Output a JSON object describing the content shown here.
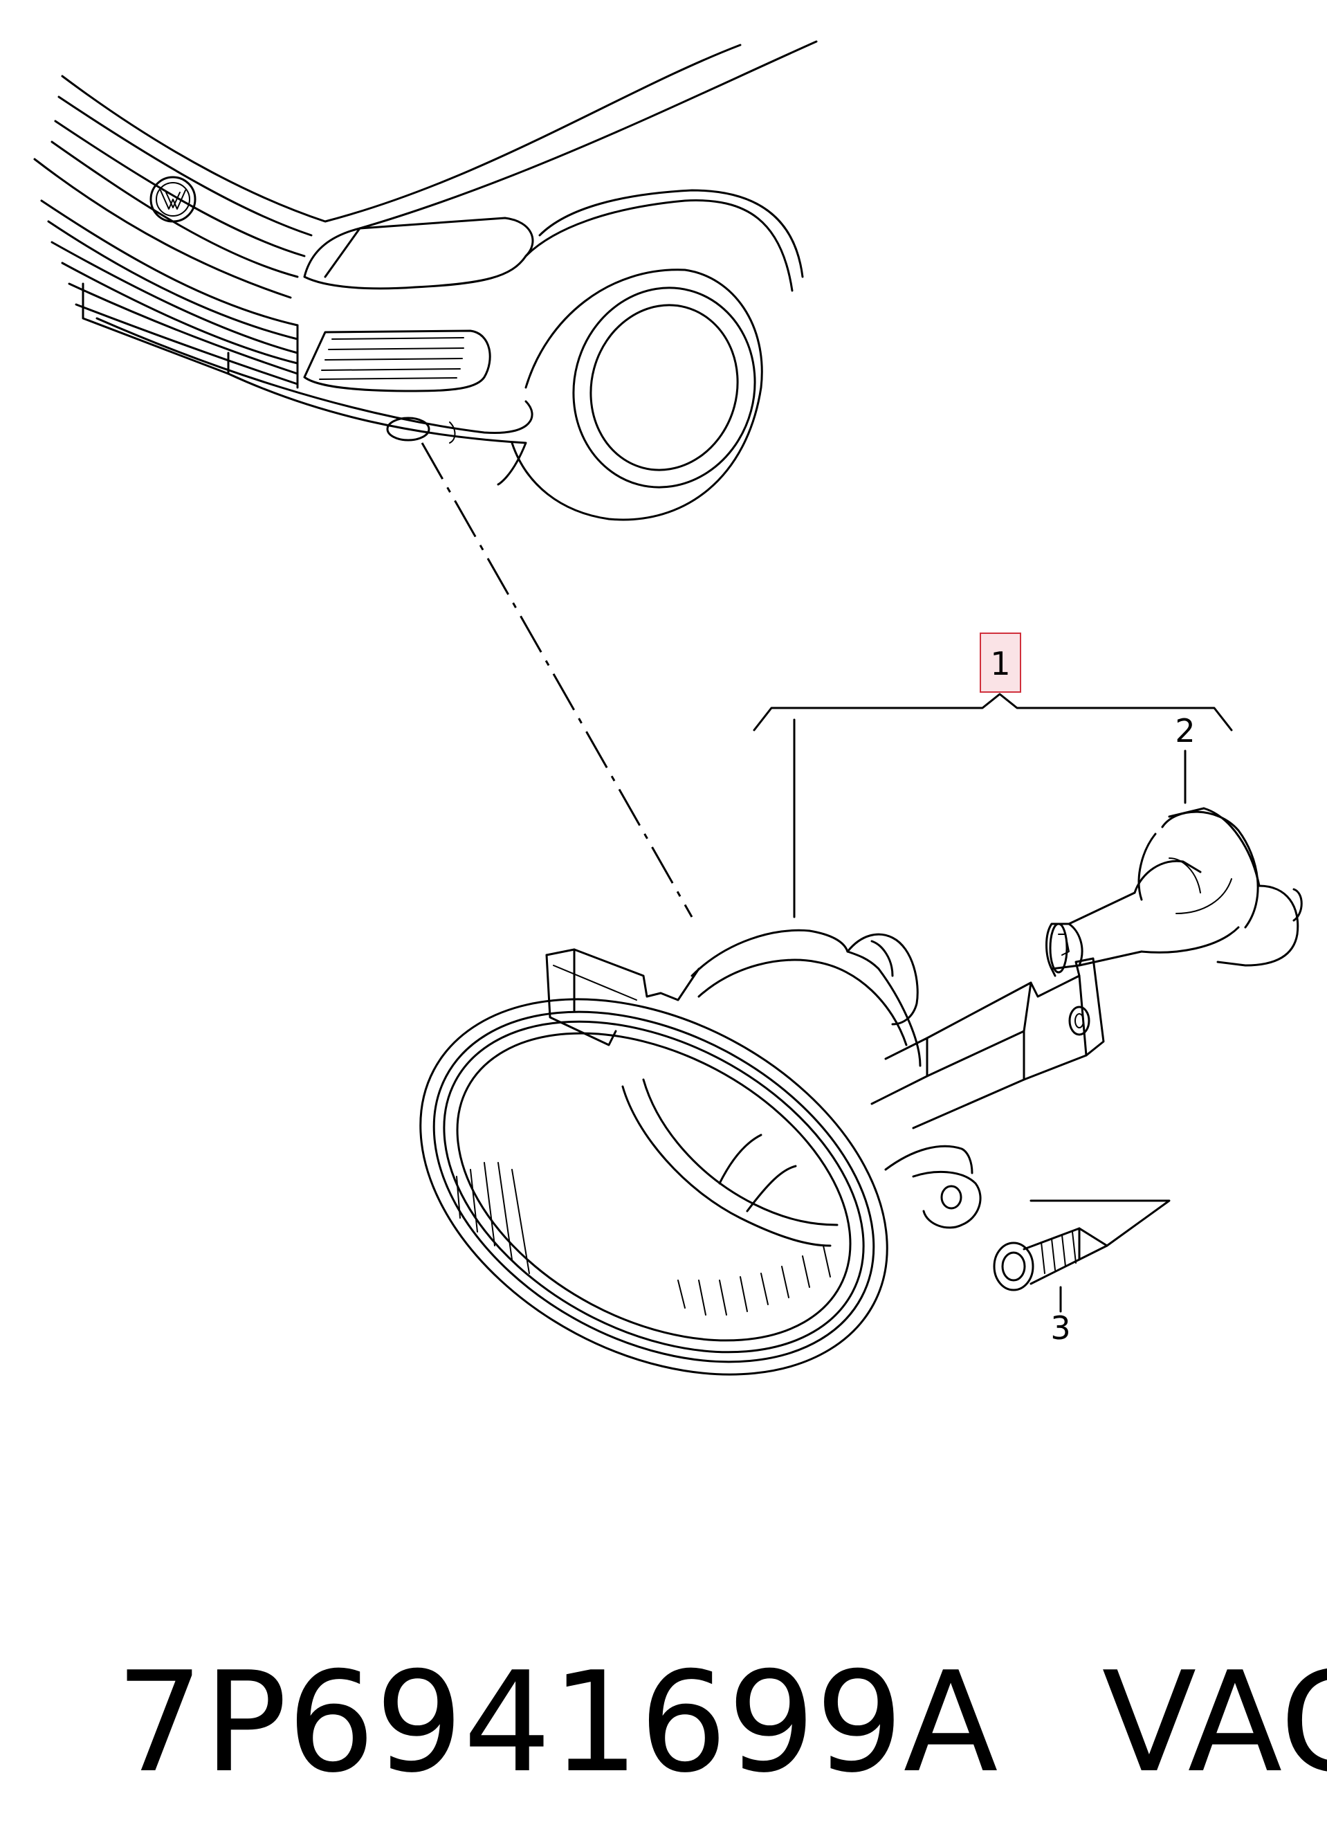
{
  "callouts": [
    {
      "label": "1",
      "highlighted": true
    },
    {
      "label": "2",
      "highlighted": false
    },
    {
      "label": "3",
      "highlighted": false
    }
  ],
  "footer": {
    "part_number": "7P6941699A",
    "brand": "VAG"
  },
  "colors": {
    "line": "#000000",
    "highlight_fill": "#f6d0d6",
    "highlight_stroke": "#d0303c"
  }
}
